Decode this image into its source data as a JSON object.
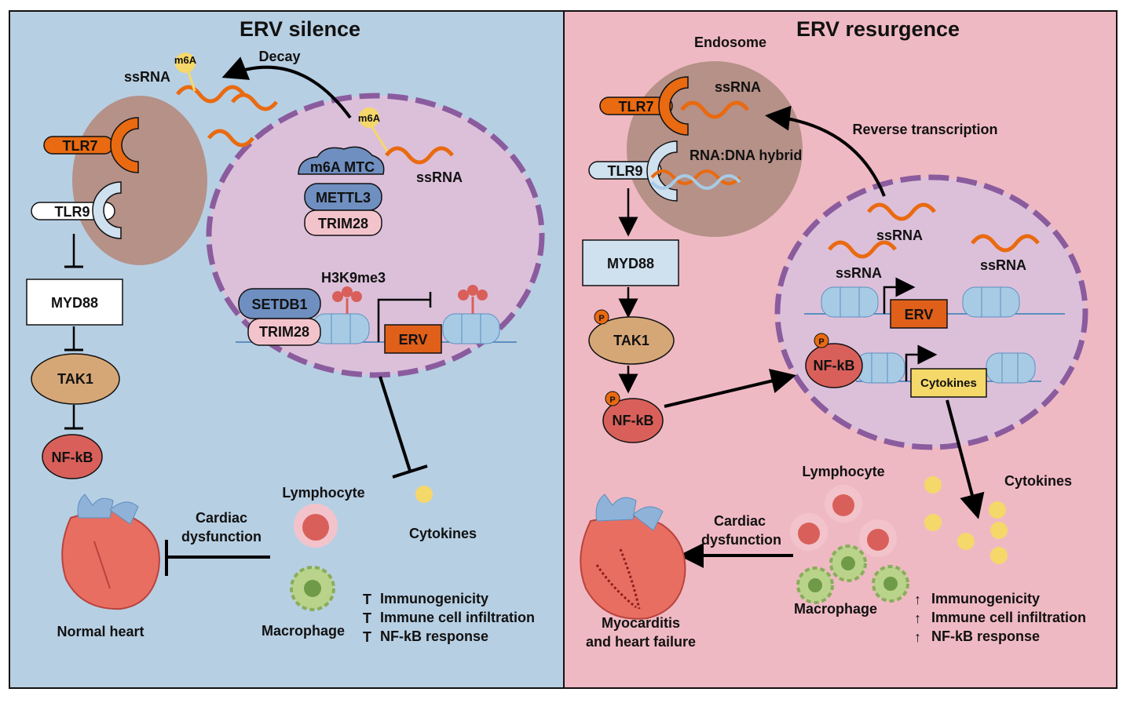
{
  "colors": {
    "left_bg": "#b7cfe3",
    "right_bg": "#efb9c3",
    "cell": "#dcc0da",
    "cell_border": "#8a5c9e",
    "endosome": "#b59188",
    "rna": "#e96a10",
    "tlr7": "#e96a10",
    "tlr9": "#cfe0ee",
    "tak1": "#d6a776",
    "nfkb": "#d9605a",
    "erv": "#e0601a",
    "cytokine": "#f5d86a",
    "mtc": "#6f8fc0",
    "trim": "#f3c3cb"
  },
  "left": {
    "title": "ERV silence",
    "decay": "Decay",
    "ssrna": "ssRNA",
    "m6a": "m6A",
    "tlr7": "TLR7",
    "tlr9": "TLR9",
    "m6a_mtc": "m6A MTC",
    "mettl3": "METTL3",
    "trim28": "TRIM28",
    "h3k9me3": "H3K9me3",
    "setdb1": "SETDB1",
    "erv": "ERV",
    "myd88": "MYD88",
    "tak1": "TAK1",
    "nfkb": "NF-kB",
    "lymphocyte": "Lymphocyte",
    "cytokines": "Cytokines",
    "macrophage": "Macrophage",
    "cardiac1": "Cardiac",
    "cardiac2": "dysfunction",
    "heart": "Normal heart",
    "effects": [
      "Immunogenicity",
      "Immune cell infiltration",
      "NF-kB response"
    ]
  },
  "right": {
    "title": "ERV resurgence",
    "endosome": "Endosome",
    "tlr7": "TLR7",
    "tlr9": "TLR9",
    "ssrna": "ssRNA",
    "hybrid": "RNA:DNA hybrid",
    "reverse": "Reverse transcription",
    "myd88": "MYD88",
    "tak1": "TAK1",
    "nfkb": "NF-kB",
    "p": "P",
    "erv": "ERV",
    "cytokines_box": "Cytokines",
    "cytokines": "Cytokines",
    "lymphocyte": "Lymphocyte",
    "macrophage": "Macrophage",
    "cardiac1": "Cardiac",
    "cardiac2": "dysfunction",
    "heart1": "Myocarditis",
    "heart2": "and heart failure",
    "effects": [
      "Immunogenicity",
      "Immune cell infiltration",
      "NF-kB response"
    ]
  }
}
